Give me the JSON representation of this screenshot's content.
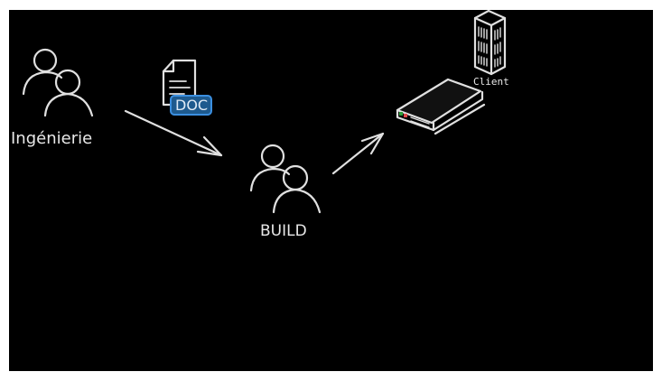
{
  "nodes": {
    "ingenierie": {
      "label": "Ingénierie"
    },
    "build": {
      "label": "BUILD"
    },
    "client": {
      "label": "Client"
    },
    "doc": {
      "label": "DOC"
    }
  },
  "colors": {
    "background": "#000000",
    "stroke": "#e0e0e0",
    "doc_badge": "#1e6fb8",
    "led_green": "#2e9d3a",
    "led_red": "#e04848"
  }
}
